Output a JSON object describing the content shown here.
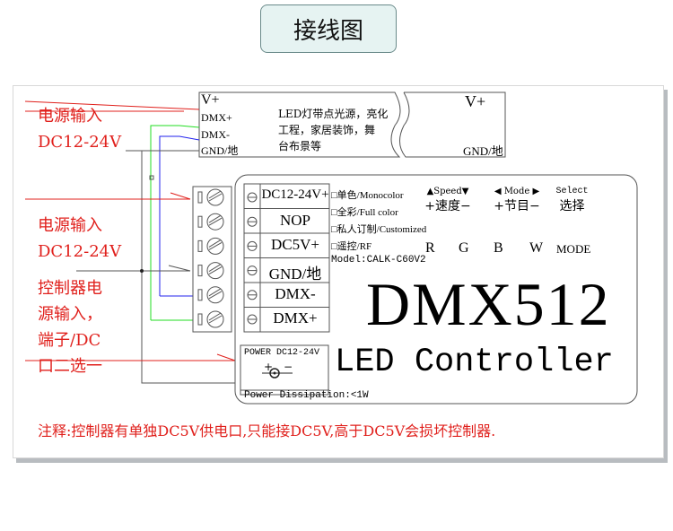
{
  "title": "接线图",
  "left_labels": {
    "power_input_1": [
      "电源输入",
      "DC12-24V"
    ],
    "power_input_2": [
      "电源输入",
      "DC12-24V"
    ],
    "controller_power": [
      "控制器电",
      "源输入，",
      "端子/DC",
      "口二选一"
    ]
  },
  "led_strip": {
    "pins": [
      "V+",
      "DMX+",
      "DMX-",
      "GND/地"
    ],
    "description": [
      "LED灯带点光源，亮化",
      "工程，家居装饰，舞",
      "台布景等"
    ],
    "right_vplus": "V+",
    "right_gnd": "GND/地"
  },
  "controller": {
    "terminals": [
      "DC12-24V+",
      "NOP",
      "DC5V+",
      "GND/地",
      "DMX-",
      "DMX+"
    ],
    "options": [
      "□单色/Monocolor",
      "□全彩/Full color",
      "□私人订制/Customized",
      "□遥控/RF"
    ],
    "model": "Model:CALK-C60V2",
    "speed_label": "▲Speed▼",
    "speed_cn": "+速度−",
    "mode_label": "◀ Mode ▶",
    "mode_cn": "+节目−",
    "select_label": "Select",
    "select_cn": "选择",
    "buttons": [
      "R",
      "G",
      "B",
      "W",
      "MODE"
    ],
    "brand": "DMX512",
    "subtitle": "LED Controller",
    "power_box": {
      "label": "POWER DC12-24V",
      "plus": "+",
      "minus": "−"
    },
    "dissipation": "Power Dissipation:<1W"
  },
  "note": "注释:控制器有单独DC5V供电口,只能接DC5V,高于DC5V会损坏控制器.",
  "colors": {
    "red": "#e0201c",
    "green": "#22dd22",
    "blue": "#2222ee",
    "gray": "#555555"
  }
}
